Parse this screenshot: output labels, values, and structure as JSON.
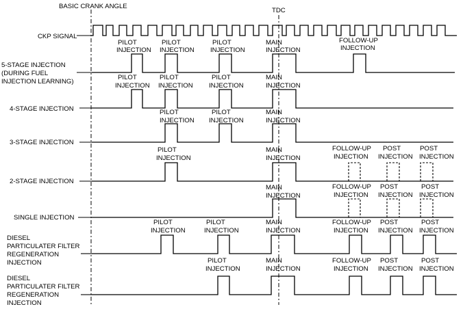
{
  "header": {
    "basic_crank_angle": "BASIC CRANK ANGLE",
    "tdc": "TDC"
  },
  "rows": [
    {
      "id": "ckp",
      "label": [
        "CKP SIGNAL"
      ],
      "annotations": [
        {
          "lines": [
            "PILOT",
            "INJECTION"
          ]
        },
        {
          "lines": [
            "PILOT",
            "INJECTION"
          ]
        },
        {
          "lines": [
            "PILOT",
            "INJECTION"
          ]
        },
        {
          "lines": [
            "MAIN",
            "INJECTION"
          ]
        },
        {
          "lines": [
            "FOLLOW-UP",
            "INJECTION"
          ]
        }
      ]
    },
    {
      "id": "five-stage",
      "label": [
        "5-STAGE INJECTION",
        "(DURING FUEL",
        "INJECTION LEARNING)"
      ],
      "annotations": [
        {
          "lines": [
            "PILOT",
            "INJECTION"
          ]
        },
        {
          "lines": [
            "PILOT",
            "INJECTION"
          ]
        },
        {
          "lines": [
            "PILOT",
            "INJECTION"
          ]
        },
        {
          "lines": [
            "MAIN",
            "INJECTION"
          ]
        }
      ]
    },
    {
      "id": "four-stage",
      "label": [
        "4-STAGE INJECTION"
      ],
      "annotations": [
        {
          "lines": [
            "PILOT",
            "INJECTION"
          ]
        },
        {
          "lines": [
            "PILOT",
            "INJECTION"
          ]
        },
        {
          "lines": [
            "MAIN",
            "INJECTION"
          ]
        }
      ]
    },
    {
      "id": "three-stage",
      "label": [
        "3-STAGE INJECTION"
      ],
      "annotations": [
        {
          "lines": [
            "PILOT",
            "INJECTION"
          ]
        },
        {
          "lines": [
            "MAIN",
            "INJECTION"
          ]
        },
        {
          "lines": [
            "FOLLOW-UP",
            "INJECTION"
          ]
        },
        {
          "lines": [
            "POST",
            "INJECTION"
          ]
        },
        {
          "lines": [
            "POST",
            "INJECTION"
          ]
        }
      ]
    },
    {
      "id": "two-stage",
      "label": [
        "2-STAGE INJECTION"
      ],
      "annotations": [
        {
          "lines": [
            "MAIN",
            "INJECTION"
          ]
        },
        {
          "lines": [
            "FOLLOW-UP",
            "INJECTION"
          ]
        },
        {
          "lines": [
            "POST",
            "INJECTION"
          ]
        },
        {
          "lines": [
            "POST",
            "INJECTION"
          ]
        }
      ]
    },
    {
      "id": "single",
      "label": [
        "SINGLE INJECTION"
      ],
      "annotations": [
        {
          "lines": [
            "PILOT",
            "INJECTION"
          ]
        },
        {
          "lines": [
            "PILOT",
            "INJECTION"
          ]
        },
        {
          "lines": [
            "MAIN",
            "INJECTION"
          ]
        },
        {
          "lines": [
            "FOLLOW-UP",
            "INJECTION"
          ]
        },
        {
          "lines": [
            "POST",
            "INJECTION"
          ]
        },
        {
          "lines": [
            "POST",
            "INJECTION"
          ]
        }
      ]
    },
    {
      "id": "dpf-1",
      "label": [
        "DIESEL",
        "PARTICULATER FILTER",
        "REGENERATION",
        "INJECTION"
      ],
      "annotations": [
        {
          "lines": [
            "PILOT",
            "INJECTION"
          ]
        },
        {
          "lines": [
            "MAIN",
            "INJECTION"
          ]
        },
        {
          "lines": [
            "FOLLOW-UP",
            "INJECTION"
          ]
        },
        {
          "lines": [
            "POST",
            "INJECTION"
          ]
        },
        {
          "lines": [
            "POST",
            "INJECTION"
          ]
        }
      ]
    },
    {
      "id": "dpf-2",
      "label": [
        "DIESEL",
        "PARTICULATER FILTER",
        "REGENERATION",
        "INJECTION"
      ],
      "annotations": []
    }
  ]
}
